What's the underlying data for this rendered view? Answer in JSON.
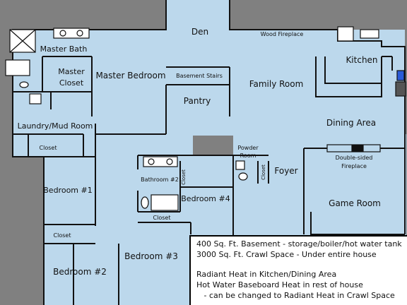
{
  "rooms": {
    "den": "Den",
    "wood_fireplace": "Wood Fireplace",
    "master_bath": "Master Bath",
    "master_closet_1": "Master",
    "master_closet_2": "Closet",
    "master_bedroom": "Master Bedroom",
    "basement_stairs": "Basement Stairs",
    "pantry": "Pantry",
    "family_room": "Family Room",
    "kitchen": "Kitchen",
    "dining_area": "Dining Area",
    "laundry": "Laundry/Mud Room",
    "closet_laundry": "Closet",
    "powder_room_1": "Powder",
    "powder_room_2": "Room",
    "closet_foyer": "Closet",
    "foyer": "Foyer",
    "double_sided_1": "Double-sided",
    "double_sided_2": "Fireplace",
    "game_room": "Game Room",
    "bedroom1": "Bedroom #1",
    "bathroom2": "Bathroom #2",
    "closet_bath2": "Closet",
    "bedroom4": "Bedroom #4",
    "closet_bed4": "Closet",
    "closet_bed2": "Closet",
    "bedroom2": "Bedroom #2",
    "bedroom3": "Bedroom #3"
  },
  "info": {
    "line1": "400 Sq. Ft. Basement - storage/boiler/hot water tank",
    "line2": "3000 Sq. Ft. Crawl Space - Under entire house",
    "line3": "Radiant Heat in Kitchen/Dining Area",
    "line4": "Hot Water Baseboard Heat in rest of house",
    "line5": "   - can be changed to Radiant Heat in Crawl Space"
  }
}
